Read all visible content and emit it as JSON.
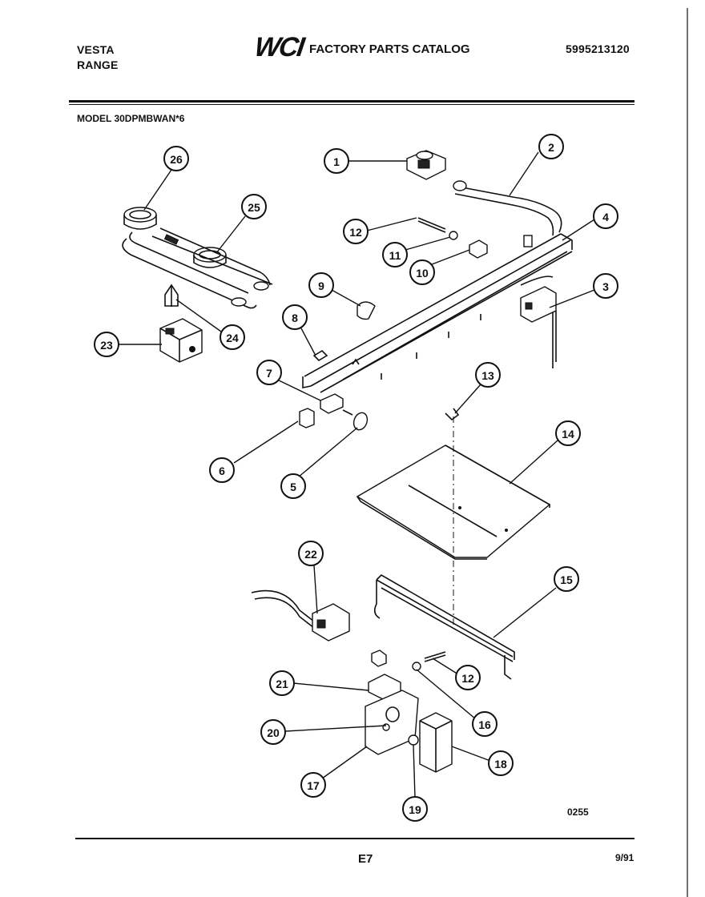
{
  "header": {
    "brand": "VESTA",
    "product": "RANGE",
    "logo_text": "WCI",
    "catalog_title": "FACTORY PARTS CATALOG",
    "catalog_number": "5995213120",
    "model": "MODEL 30DPMBWAN*6"
  },
  "diagram": {
    "callouts": [
      "1",
      "2",
      "3",
      "4",
      "5",
      "6",
      "7",
      "8",
      "9",
      "10",
      "11",
      "12",
      "12",
      "13",
      "14",
      "15",
      "16",
      "17",
      "18",
      "19",
      "20",
      "21",
      "22",
      "23",
      "24",
      "25",
      "26"
    ],
    "drawing_number": "0255"
  },
  "footer": {
    "page_code": "E7",
    "date": "9/91"
  }
}
